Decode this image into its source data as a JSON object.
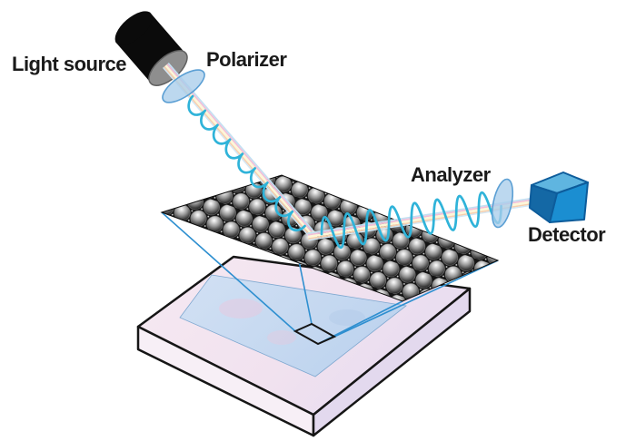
{
  "diagram": {
    "labels": {
      "light_source": "Light source",
      "polarizer": "Polarizer",
      "analyzer": "Analyzer",
      "detector": "Detector"
    },
    "colors": {
      "wave-cyan": "#2fb3d9",
      "callout-blue": "#2e8fd0",
      "lens-fill": "#a9cdea",
      "lens-rim": "#5b9fd4",
      "detector-top": "#5fb5e0",
      "detector-front": "#1b8ed1",
      "detector-side": "#1468a5",
      "detector-outline": "#0d5c9b",
      "label-text": "#1a1a1a"
    }
  }
}
